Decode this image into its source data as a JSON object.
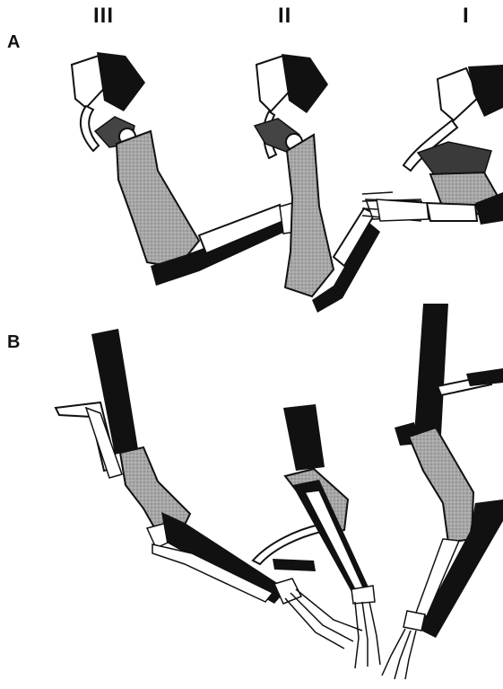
{
  "panels": [
    {
      "letter": "A",
      "stages": [
        "III",
        "II",
        "I"
      ]
    },
    {
      "letter": "B"
    }
  ],
  "colors": {
    "bone_black": "#111111",
    "bone_gray": "#9c9c9c",
    "bone_white": "#ffffff",
    "outline": "#111111"
  }
}
